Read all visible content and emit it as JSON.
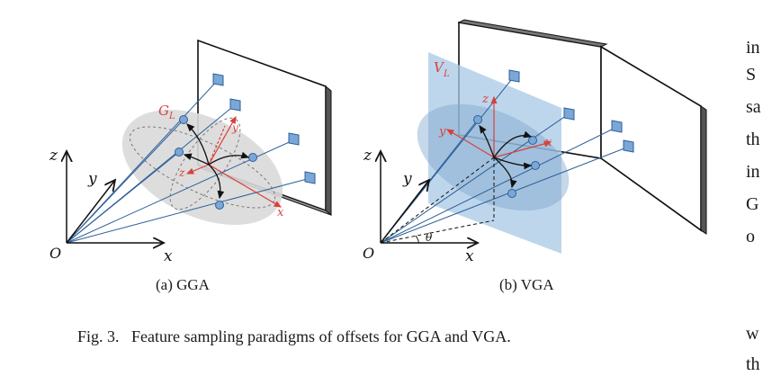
{
  "panel_a": {
    "label_GL": "G",
    "label_GL_sub": "L",
    "axis_z": "z",
    "axis_y": "y",
    "axis_x": "x",
    "origin": "O",
    "local_y": "y",
    "local_z": "z",
    "local_x": "x",
    "caption": "(a) GGA"
  },
  "panel_b": {
    "label_VL": "V",
    "label_VL_sub": "L",
    "axis_z": "z",
    "axis_y": "y",
    "axis_x": "x",
    "origin": "O",
    "theta": "θ",
    "local_z": "z",
    "local_y": "y",
    "local_x": "x",
    "caption": "(b) VGA"
  },
  "figure_caption": "Fig. 3.   Feature sampling paradigms of offsets for GGA and VGA.",
  "right_column_fragments": [
    "in",
    "S",
    "sa",
    "th",
    "in",
    "G",
    "o",
    "w",
    "th"
  ],
  "colors": {
    "red": "#d8403a",
    "blue_line": "#2d5f99",
    "marker_fill": "#7aa7d6",
    "ellipse_gray": "#d7d7d7",
    "plane_blue": "#a8c8e6"
  }
}
